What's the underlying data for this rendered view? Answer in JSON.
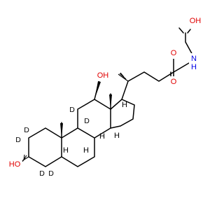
{
  "molecule": {
    "atom_labels": {
      "oh_top": "OH",
      "oh_17": "OH",
      "ho_3": "HO",
      "nh": "N",
      "nh_h": "H",
      "o_amide": "O",
      "o_carbonyl": "O",
      "h_ring": "H",
      "d": "D"
    },
    "colors": {
      "bond": "#000000",
      "oxygen": "#e00000",
      "nitrogen": "#0000e6",
      "text": "#000000"
    }
  }
}
